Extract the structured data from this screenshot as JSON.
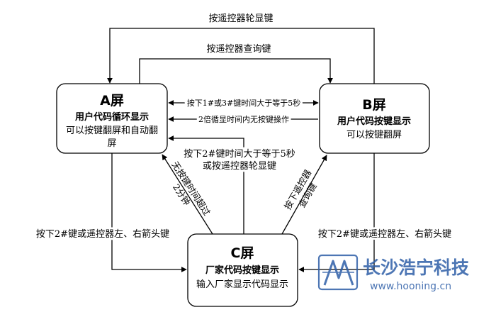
{
  "nodes": {
    "a": {
      "title": "A屏",
      "subtitle": "用户代码循环显示",
      "desc_line1": "可以按键翻屏和自动翻",
      "desc_line2": "屏"
    },
    "b": {
      "title": "B屏",
      "subtitle": "用户代码按键显示",
      "desc_line1": "可以按键翻屏"
    },
    "c": {
      "title": "C屏",
      "subtitle": "厂家代码按键显示",
      "desc_line1": "输入厂家显示代码显示"
    }
  },
  "edges": {
    "b_to_a_top": "按遥控器轮显键",
    "a_to_b_top": "按遥控器查询键",
    "ab_both": "按下1#或3#键时间大于等于5秒",
    "b_to_a_timeout": "2倍循显时间内无按键操作",
    "c_to_a_line1": "按下2#键时间大于等于5秒",
    "c_to_a_line2": "或按遥控器轮显键",
    "c_to_a_diag_line1": "无按键时间超过",
    "c_to_a_diag_line2": "2分钟",
    "c_to_b_diag_line1": "按下遥控器",
    "c_to_b_diag_line2": "查询键",
    "a_to_c": "按下2#键或遥控器左、右箭头键",
    "b_to_c": "按下2#键或遥控器左、右箭头键"
  },
  "watermark": {
    "name_cn": "长沙浩宁科技",
    "url": "www.hooning.cn",
    "brand_color": "#2f5fa8"
  }
}
